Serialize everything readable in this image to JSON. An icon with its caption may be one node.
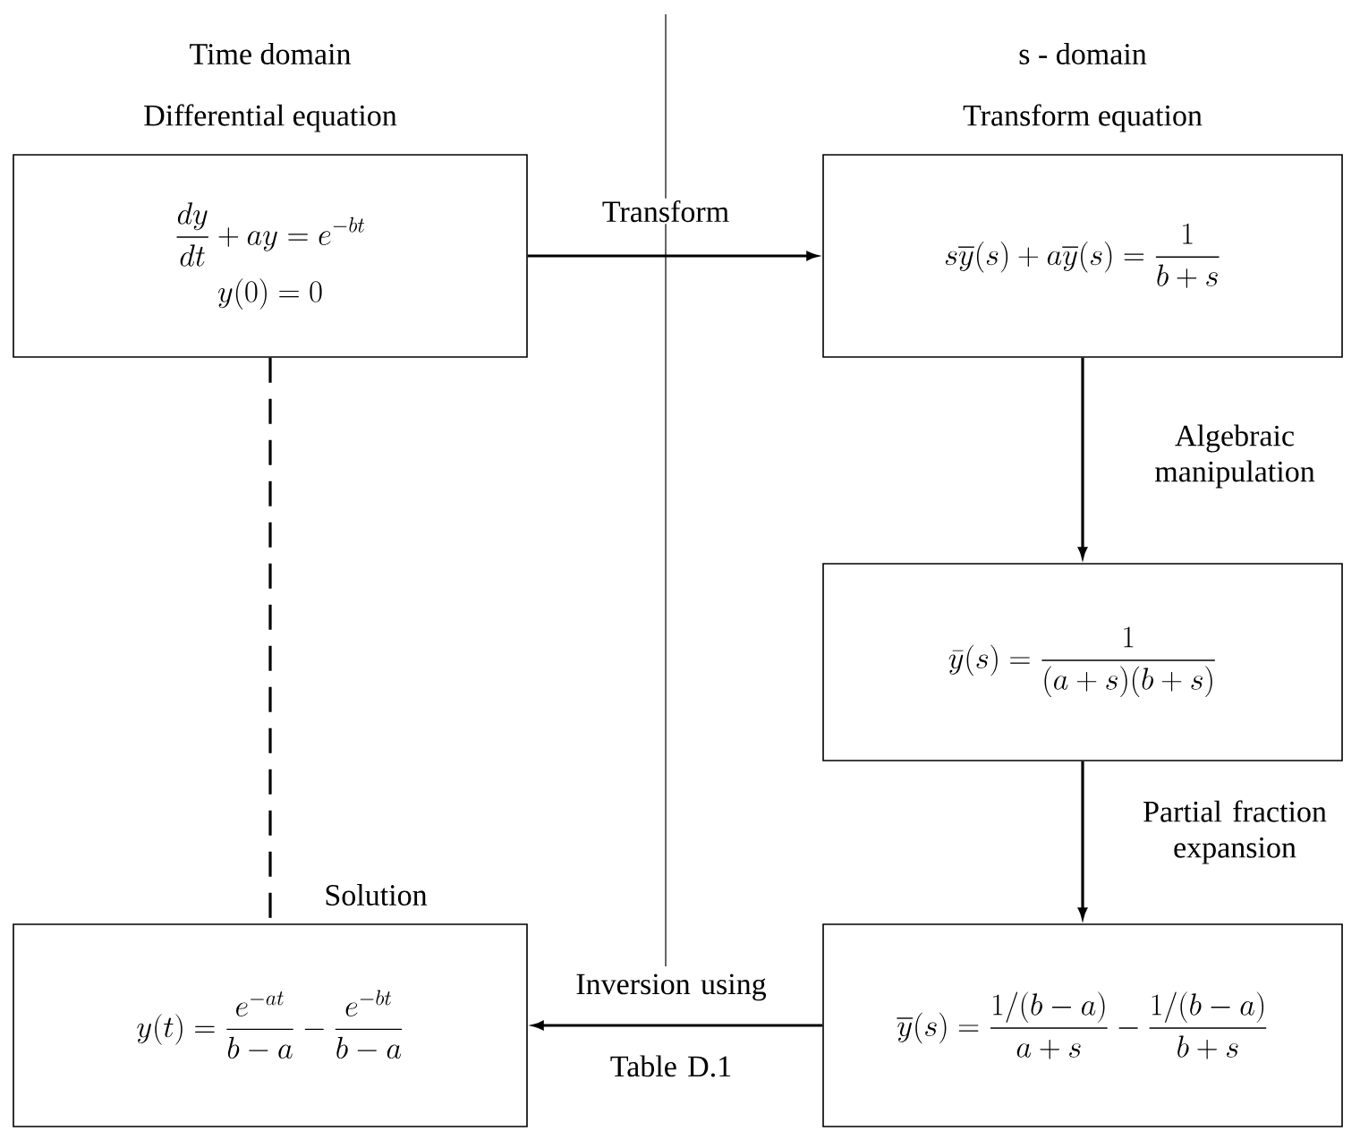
{
  "diagram": {
    "nodes": [
      {
        "text": [
          "Differential equation",
          "\\frac{dy}{dt} + ay = e^{-bt}",
          "y(0) = 0"
        ]
      },
      {
        "text": [
          "Transform equation",
          "s\\overline{y}(s) + a\\overline{y}(s) = \\frac{1}{b+s}"
        ]
      },
      {
        "text": [
          "\\bar{y}(s) = \\frac{1}{(a+s)(b+s)}"
        ]
      },
      {
        "text": [
          "\\overline{y}(s) = \\frac{1/(b-a)}{a+s} - \\frac{1/(b-a)}{b+s}"
        ]
      },
      {
        "text": [
          "Solution",
          "y(t) = \\frac{e^{-at}}{b-a} - \\frac{e^{-bt}}{b-a}"
        ]
      }
    ],
    "edges": [
      {
        "from": 0,
        "to": 1,
        "arrow": "to",
        "label": "Transform"
      },
      {
        "from": 1,
        "to": 2,
        "arrow": "to",
        "label": "Algebraic manipulation"
      },
      {
        "from": 2,
        "to": 3,
        "arrow": "to",
        "label": "Partial fraction expansion"
      },
      {
        "from": 3,
        "to": 4,
        "arrow": "to",
        "label": "Inversion using Table D.1"
      },
      {
        "from": 0,
        "to": 4,
        "arrow": "none",
        "style": "dashed"
      }
    ],
    "labels": [
      "Time domain",
      "s - domain"
    ]
  }
}
